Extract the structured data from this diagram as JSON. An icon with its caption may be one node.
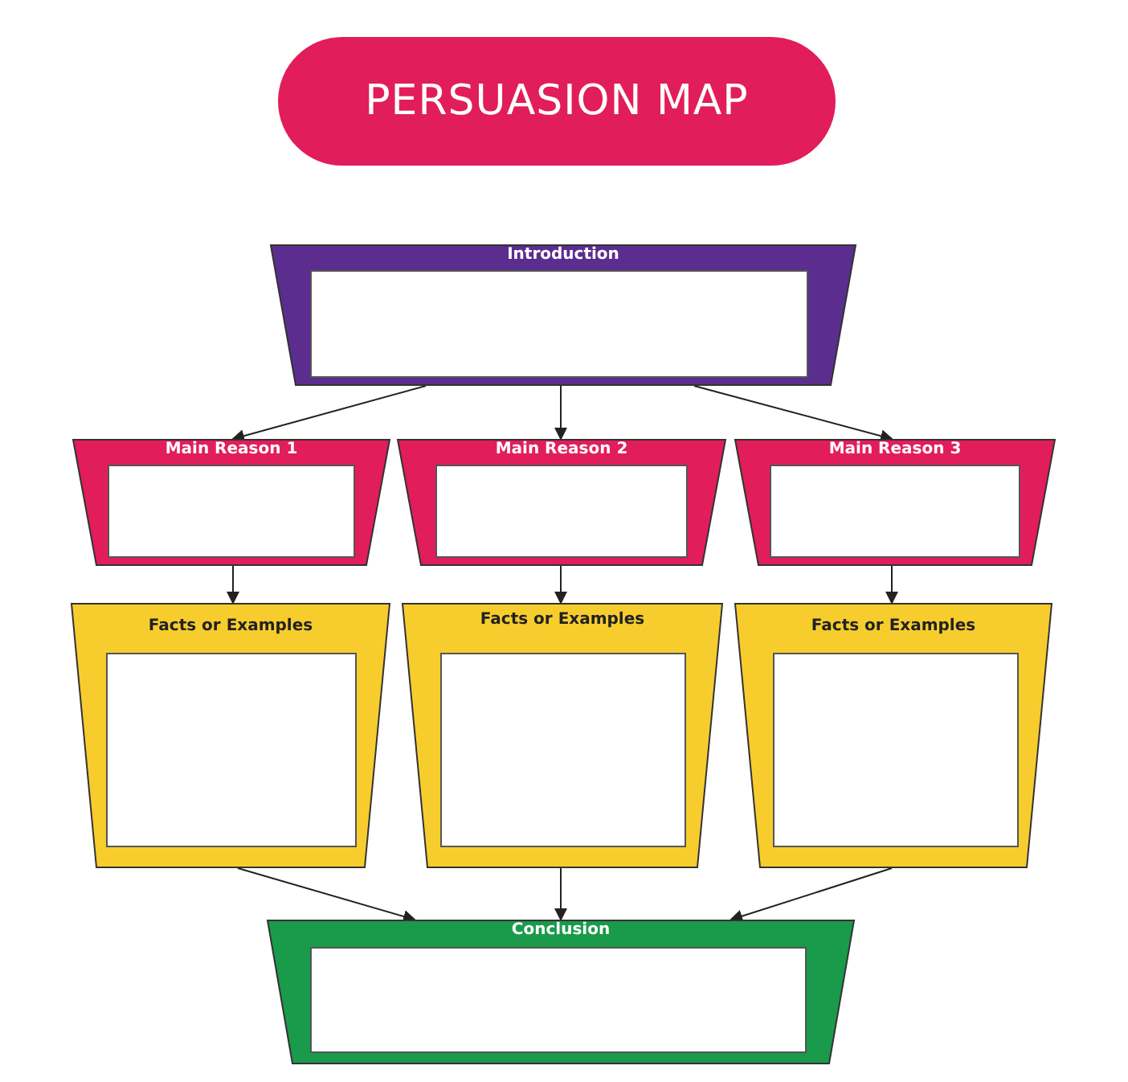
{
  "diagram": {
    "title": "PERSUASION MAP",
    "nodes": [
      {
        "text": [
          "Introduction"
        ]
      },
      {
        "text": [
          "Main Reason 1"
        ]
      },
      {
        "text": [
          "Main Reason 2"
        ]
      },
      {
        "text": [
          "Main Reason 3"
        ]
      },
      {
        "text": [
          "Facts or Examples"
        ]
      },
      {
        "text": [
          "Facts or Examples"
        ]
      },
      {
        "text": [
          "Facts or Examples"
        ]
      },
      {
        "text": [
          "Conclusion"
        ]
      }
    ],
    "edges": [
      {
        "from": 0,
        "to": 1,
        "arrow": "to"
      },
      {
        "from": 0,
        "to": 2,
        "arrow": "to"
      },
      {
        "from": 0,
        "to": 3,
        "arrow": "to"
      },
      {
        "from": 1,
        "to": 4,
        "arrow": "to"
      },
      {
        "from": 2,
        "to": 5,
        "arrow": "to"
      },
      {
        "from": 3,
        "to": 6,
        "arrow": "to"
      },
      {
        "from": 4,
        "to": 7,
        "arrow": "to"
      },
      {
        "from": 5,
        "to": 7,
        "arrow": "to"
      },
      {
        "from": 6,
        "to": 7,
        "arrow": "to"
      }
    ]
  }
}
